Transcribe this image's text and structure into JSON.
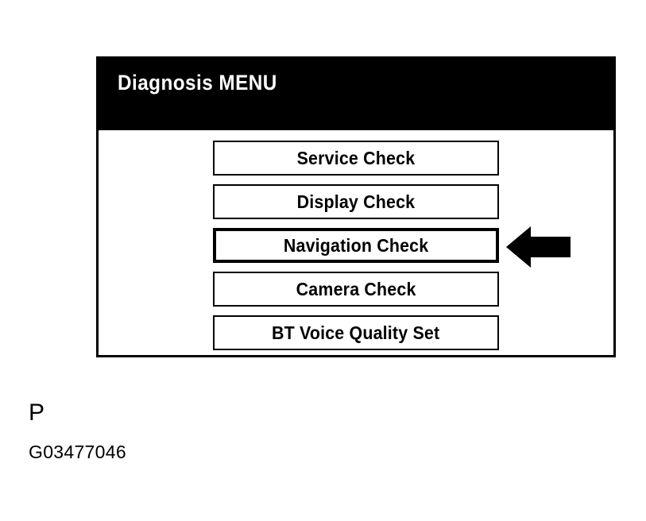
{
  "screen": {
    "title": "Diagnosis MENU",
    "menu_items": [
      {
        "label": "Service Check",
        "selected": false
      },
      {
        "label": "Display Check",
        "selected": false
      },
      {
        "label": "Navigation Check",
        "selected": true
      },
      {
        "label": "Camera Check",
        "selected": false
      },
      {
        "label": "BT Voice Quality Set",
        "selected": false
      }
    ]
  },
  "annotation": {
    "arrow_icon": "arrow-left-icon",
    "arrow_points_to": "Navigation Check"
  },
  "caption": {
    "marker": "P",
    "figure_code": "G03477046"
  },
  "colors": {
    "title_bar_bg": "#000000",
    "title_text": "#ffffff",
    "panel_bg": "#ffffff",
    "border": "#000000",
    "arrow": "#000000"
  }
}
